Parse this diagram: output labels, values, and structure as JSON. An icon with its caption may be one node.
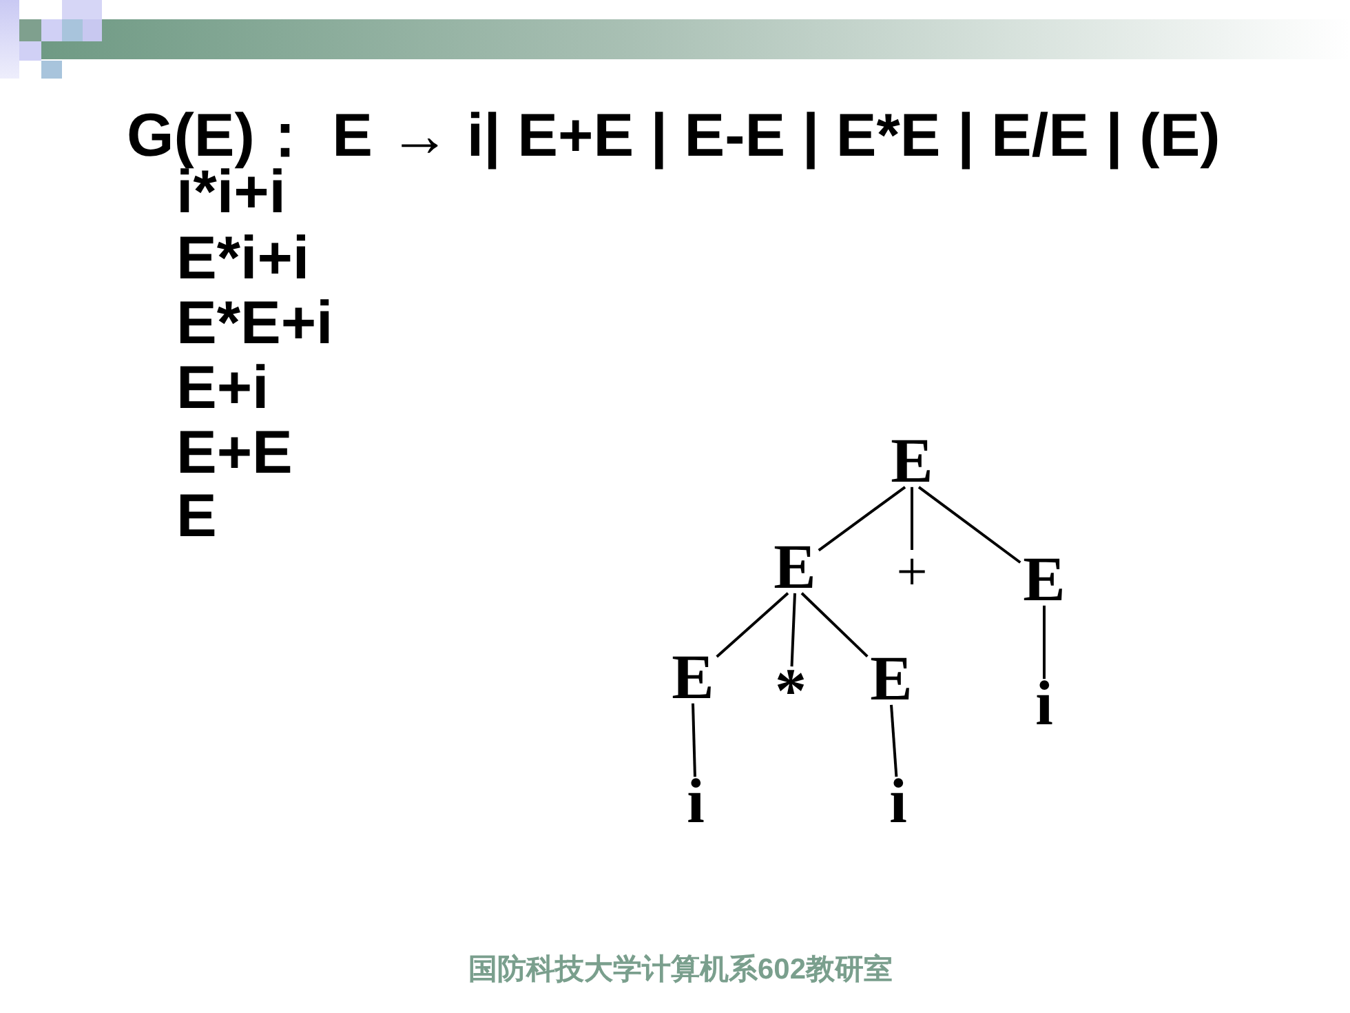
{
  "diagram": {
    "title": "G(E)： E → i| E+E | E-E | E*E | E/E | (E)",
    "nodes": [
      {
        "text": [
          "E"
        ]
      },
      {
        "text": [
          "E"
        ]
      },
      {
        "text": [
          "+"
        ]
      },
      {
        "text": [
          "E"
        ]
      },
      {
        "text": [
          "E"
        ]
      },
      {
        "text": [
          "*"
        ]
      },
      {
        "text": [
          "E"
        ]
      },
      {
        "text": [
          "i"
        ]
      },
      {
        "text": [
          "i"
        ]
      },
      {
        "text": [
          "i"
        ]
      }
    ],
    "edges": [
      {
        "from": 0,
        "to": 1,
        "arrow": "none"
      },
      {
        "from": 0,
        "to": 2,
        "arrow": "none"
      },
      {
        "from": 0,
        "to": 3,
        "arrow": "none"
      },
      {
        "from": 1,
        "to": 4,
        "arrow": "none"
      },
      {
        "from": 1,
        "to": 5,
        "arrow": "none"
      },
      {
        "from": 1,
        "to": 6,
        "arrow": "none"
      },
      {
        "from": 3,
        "to": 7,
        "arrow": "none"
      },
      {
        "from": 4,
        "to": 8,
        "arrow": "none"
      },
      {
        "from": 6,
        "to": 9,
        "arrow": "none"
      }
    ],
    "labels": [
      "i*i+i",
      "E*i+i",
      "E*E+i",
      "E+i",
      "E+E",
      "E",
      "国防科技大学计算机系602教研室"
    ]
  }
}
